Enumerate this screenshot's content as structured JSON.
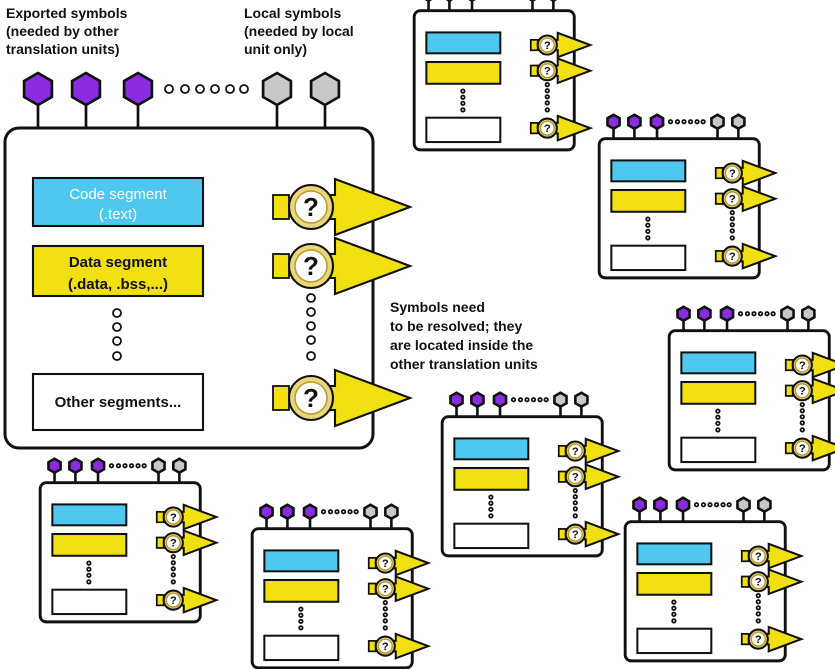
{
  "captions": {
    "exported": [
      "Exported symbols",
      "(needed by other",
      "translation units)"
    ],
    "local": [
      "Local symbols",
      "(needed by local",
      "unit only)"
    ],
    "resolve": [
      "Symbols need",
      "to be resolved; they",
      "are located inside the",
      "other translation units"
    ]
  },
  "main_unit": {
    "code_segment": [
      "Code segment",
      "(.text)"
    ],
    "data_segment": [
      "Data segment",
      "(.data, .bss,...)"
    ],
    "other_segments": "Other segments...",
    "unresolved_marker": "?"
  },
  "colors": {
    "exported_symbol": "#8a2be2",
    "local_symbol": "#c8c8c8",
    "code_segment": "#4fc8f0",
    "data_segment": "#f0e010",
    "resolve_arrow": "#f0e010",
    "outline": "#111111"
  },
  "icons": [
    "exported-symbol-hexagon-icon",
    "local-symbol-hexagon-icon",
    "unresolved-question-icon",
    "resolve-arrow-icon"
  ]
}
